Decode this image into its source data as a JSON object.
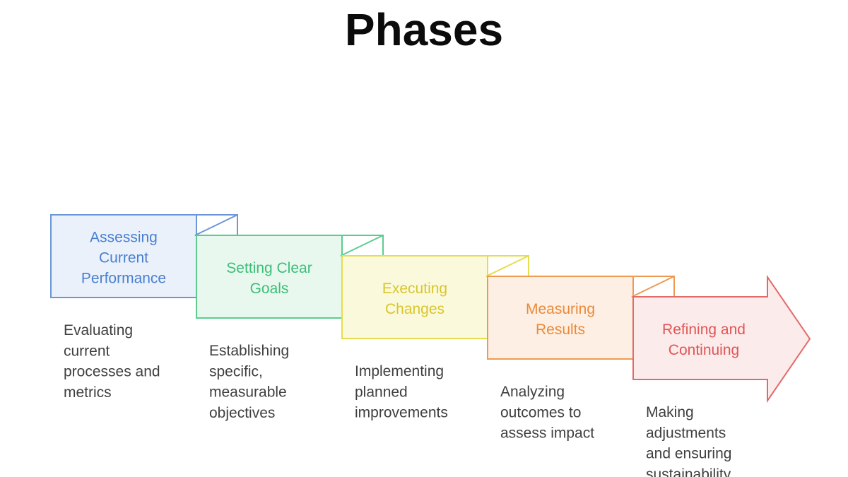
{
  "title": "Phases",
  "phases": [
    {
      "label_lines": [
        "Assessing",
        "Current",
        "Performance"
      ],
      "description_lines": [
        "Evaluating",
        "current",
        "processes and",
        "metrics"
      ],
      "stroke": "#6b97d6",
      "fill": "#eaf1fb",
      "fold_fill": "#ffffff",
      "text_color": "#4a7fcf"
    },
    {
      "label_lines": [
        "Setting Clear",
        "Goals"
      ],
      "description_lines": [
        "Establishing",
        "specific,",
        "measurable",
        "objectives"
      ],
      "stroke": "#5ccc8f",
      "fill": "#e8f8ef",
      "fold_fill": "#ffffff",
      "text_color": "#3dbd78"
    },
    {
      "label_lines": [
        "Executing",
        "Changes"
      ],
      "description_lines": [
        "Implementing",
        "planned",
        "improvements"
      ],
      "stroke": "#e6dc4f",
      "fill": "#fbf9dc",
      "fold_fill": "#ffffff",
      "text_color": "#d8c62a"
    },
    {
      "label_lines": [
        "Measuring",
        "Results"
      ],
      "description_lines": [
        "Analyzing",
        "outcomes to",
        "assess impact"
      ],
      "stroke": "#ef9a52",
      "fill": "#fdefe3",
      "fold_fill": "#ffffff",
      "text_color": "#ea8a3a"
    },
    {
      "label_lines": [
        "Refining and",
        "Continuing"
      ],
      "description_lines": [
        "Making",
        "adjustments",
        "and ensuring",
        "sustainability"
      ],
      "stroke": "#e36a6a",
      "fill": "#fcebeb",
      "fold_fill": "#ffffff",
      "text_color": "#e05555"
    }
  ]
}
